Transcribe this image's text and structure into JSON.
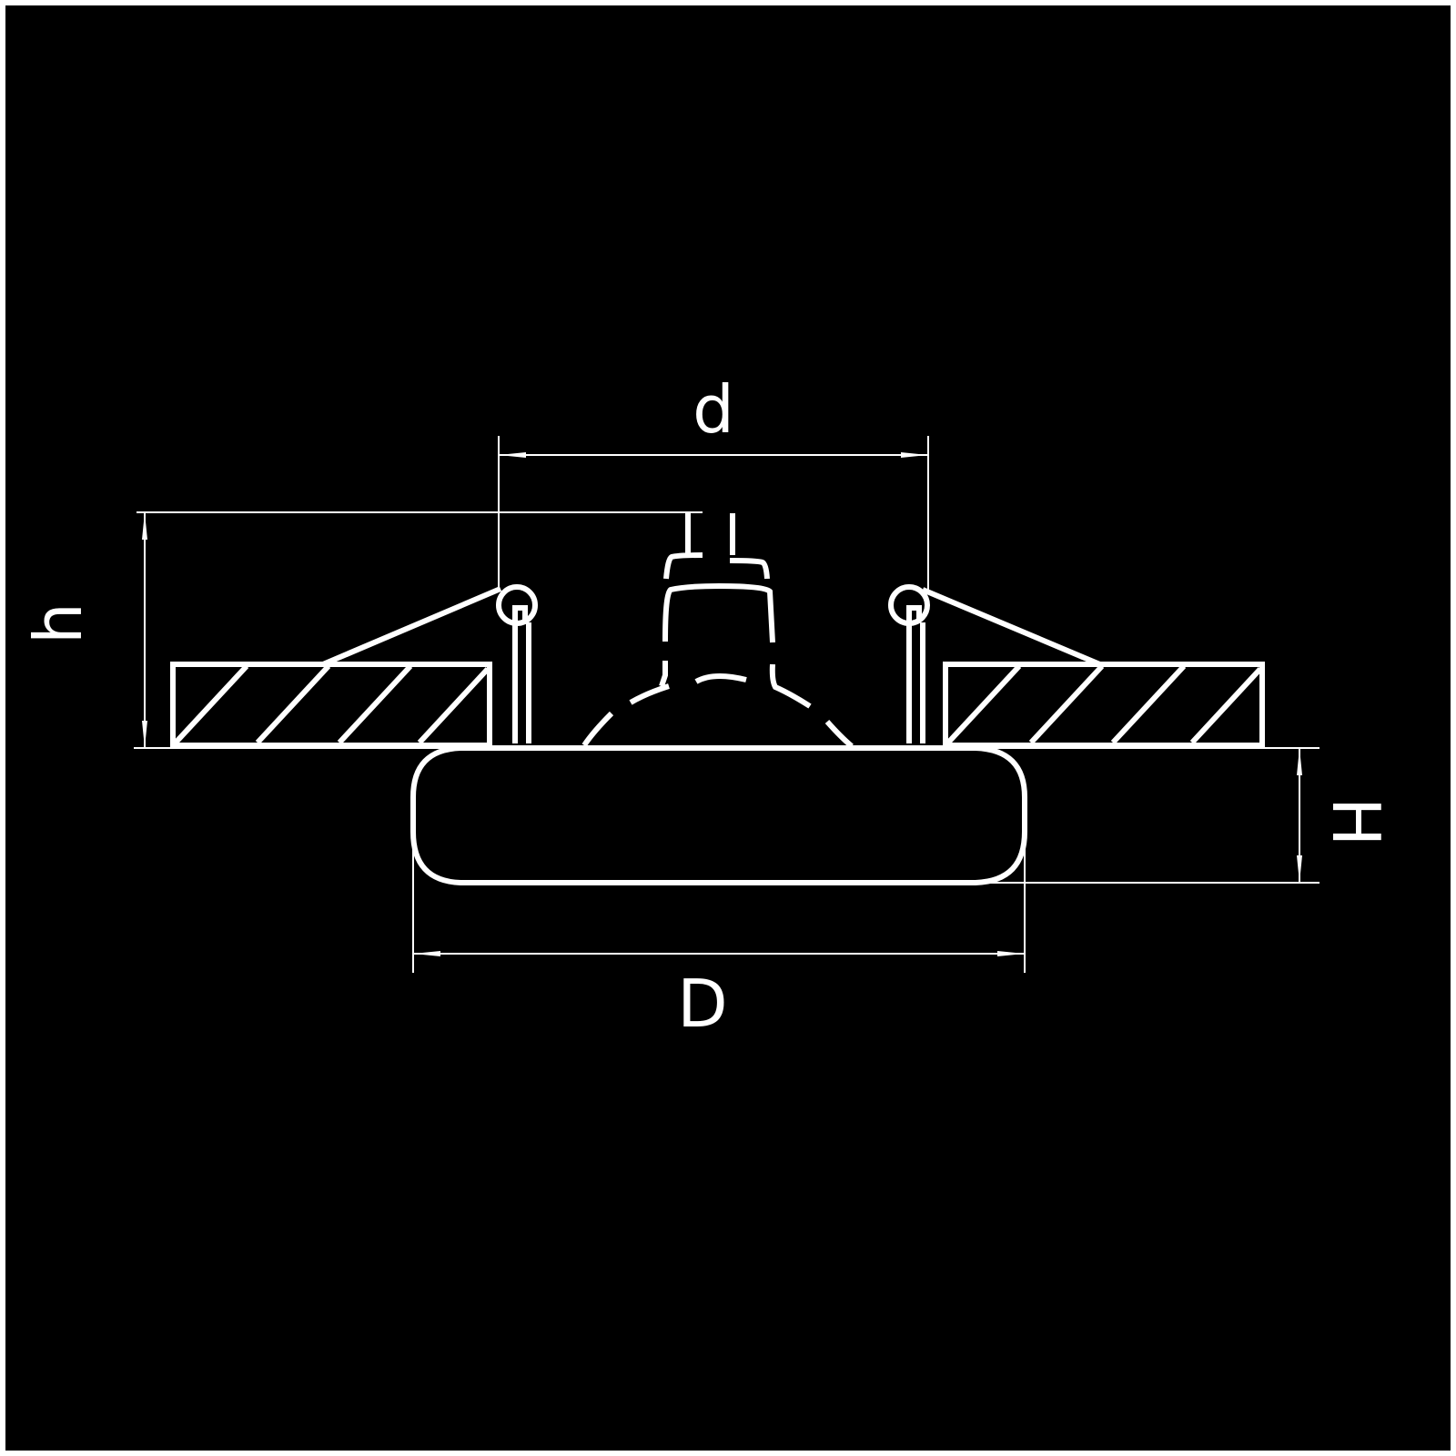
{
  "diagram": {
    "labels": {
      "d": "d",
      "h": "h",
      "H": "H",
      "D": "D"
    },
    "colors": {
      "background": "#000000",
      "stroke": "#ffffff",
      "border": "#ffffff"
    }
  }
}
